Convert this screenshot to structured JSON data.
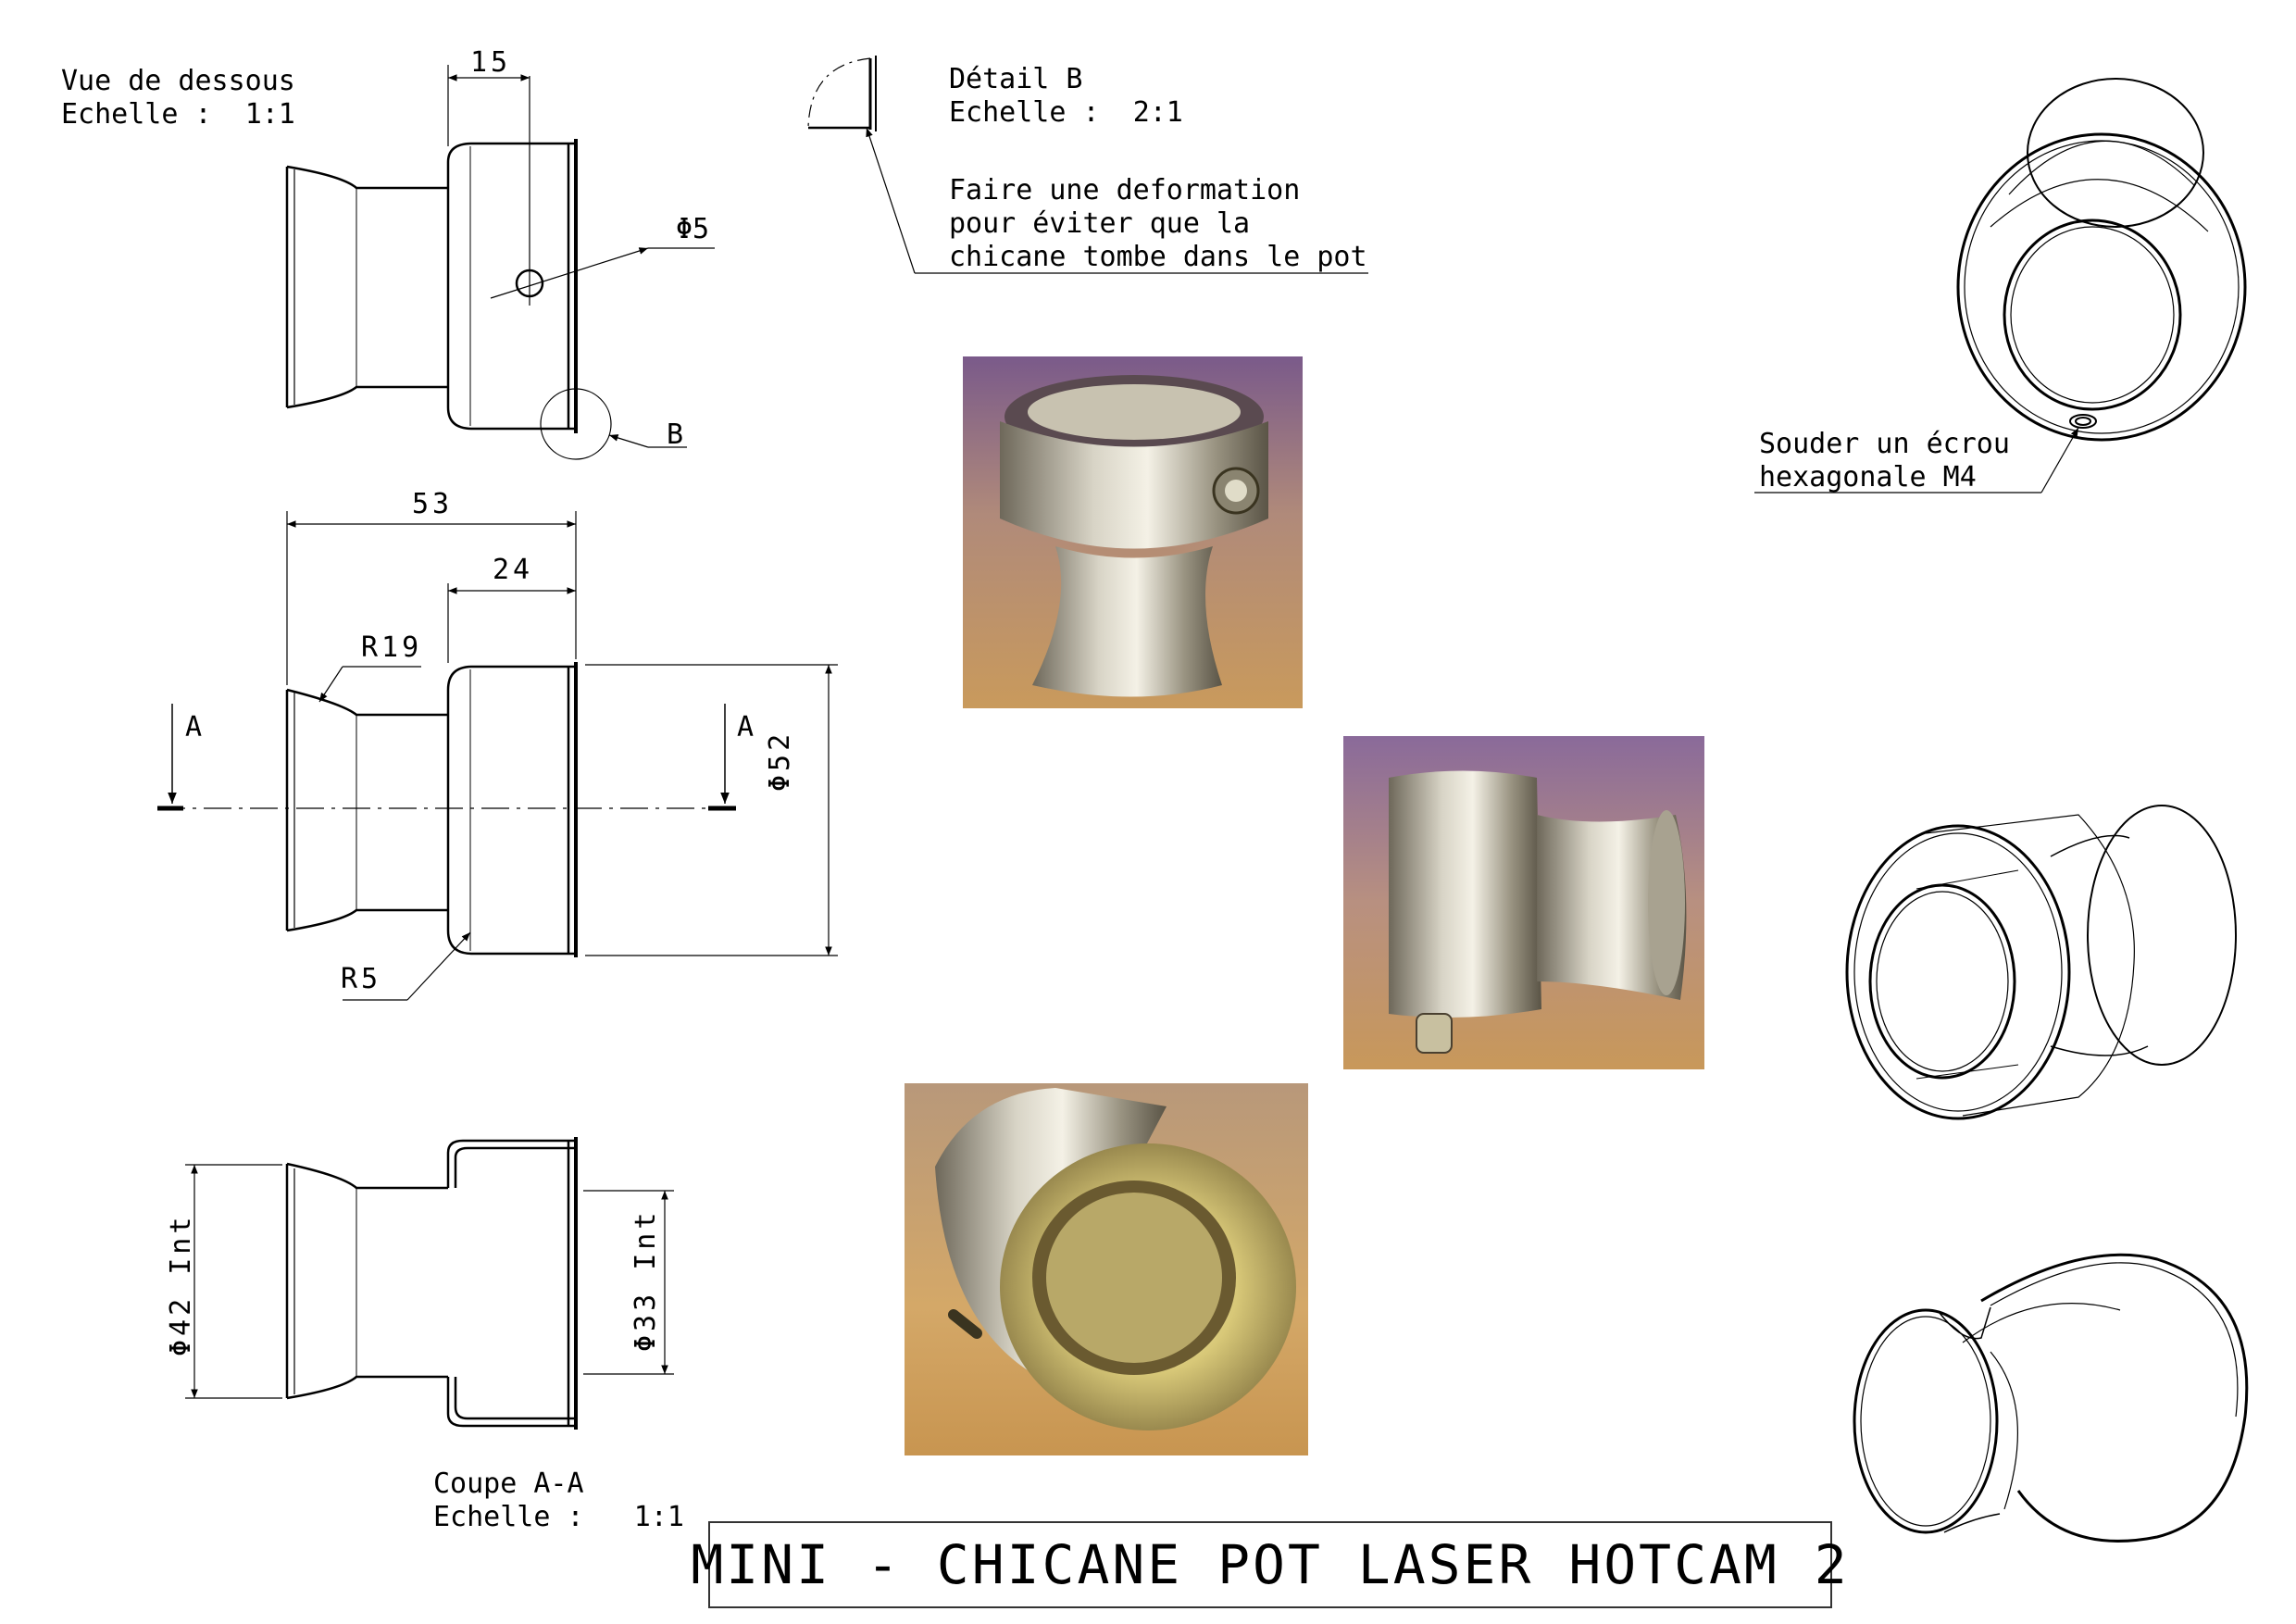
{
  "title": "MINI - CHICANE POT LASER HOTCAM 2",
  "views": {
    "bottom": {
      "name": "Vue de dessous",
      "scale_label": "Echelle :",
      "scale_value": "1:1"
    },
    "detail": {
      "name": "Détail B",
      "scale_label": "Echelle :",
      "scale_value": "2:1"
    },
    "section": {
      "name": "Coupe A-A",
      "scale_label": "Echelle :",
      "scale_value": "1:1"
    }
  },
  "notes": {
    "deformation": [
      "Faire une deformation",
      "pour éviter que la",
      "chicane tombe dans le pot"
    ],
    "nut": [
      "Souder un écrou",
      "hexagonale M4"
    ]
  },
  "dimensions": {
    "d15": "15",
    "hole": "Φ5",
    "detail_ref": "B",
    "d53": "53",
    "d24": "24",
    "r19": "R19",
    "r5": "R5",
    "section_mark": "A",
    "d52": "Φ52",
    "d42": "Φ42 Int",
    "d33": "Φ33 Int"
  },
  "colors": {
    "line": "#000000",
    "photo_bg_1": "#b89a78",
    "photo_bg_2": "#9a7aa0",
    "metal": "#b8b5a8"
  }
}
